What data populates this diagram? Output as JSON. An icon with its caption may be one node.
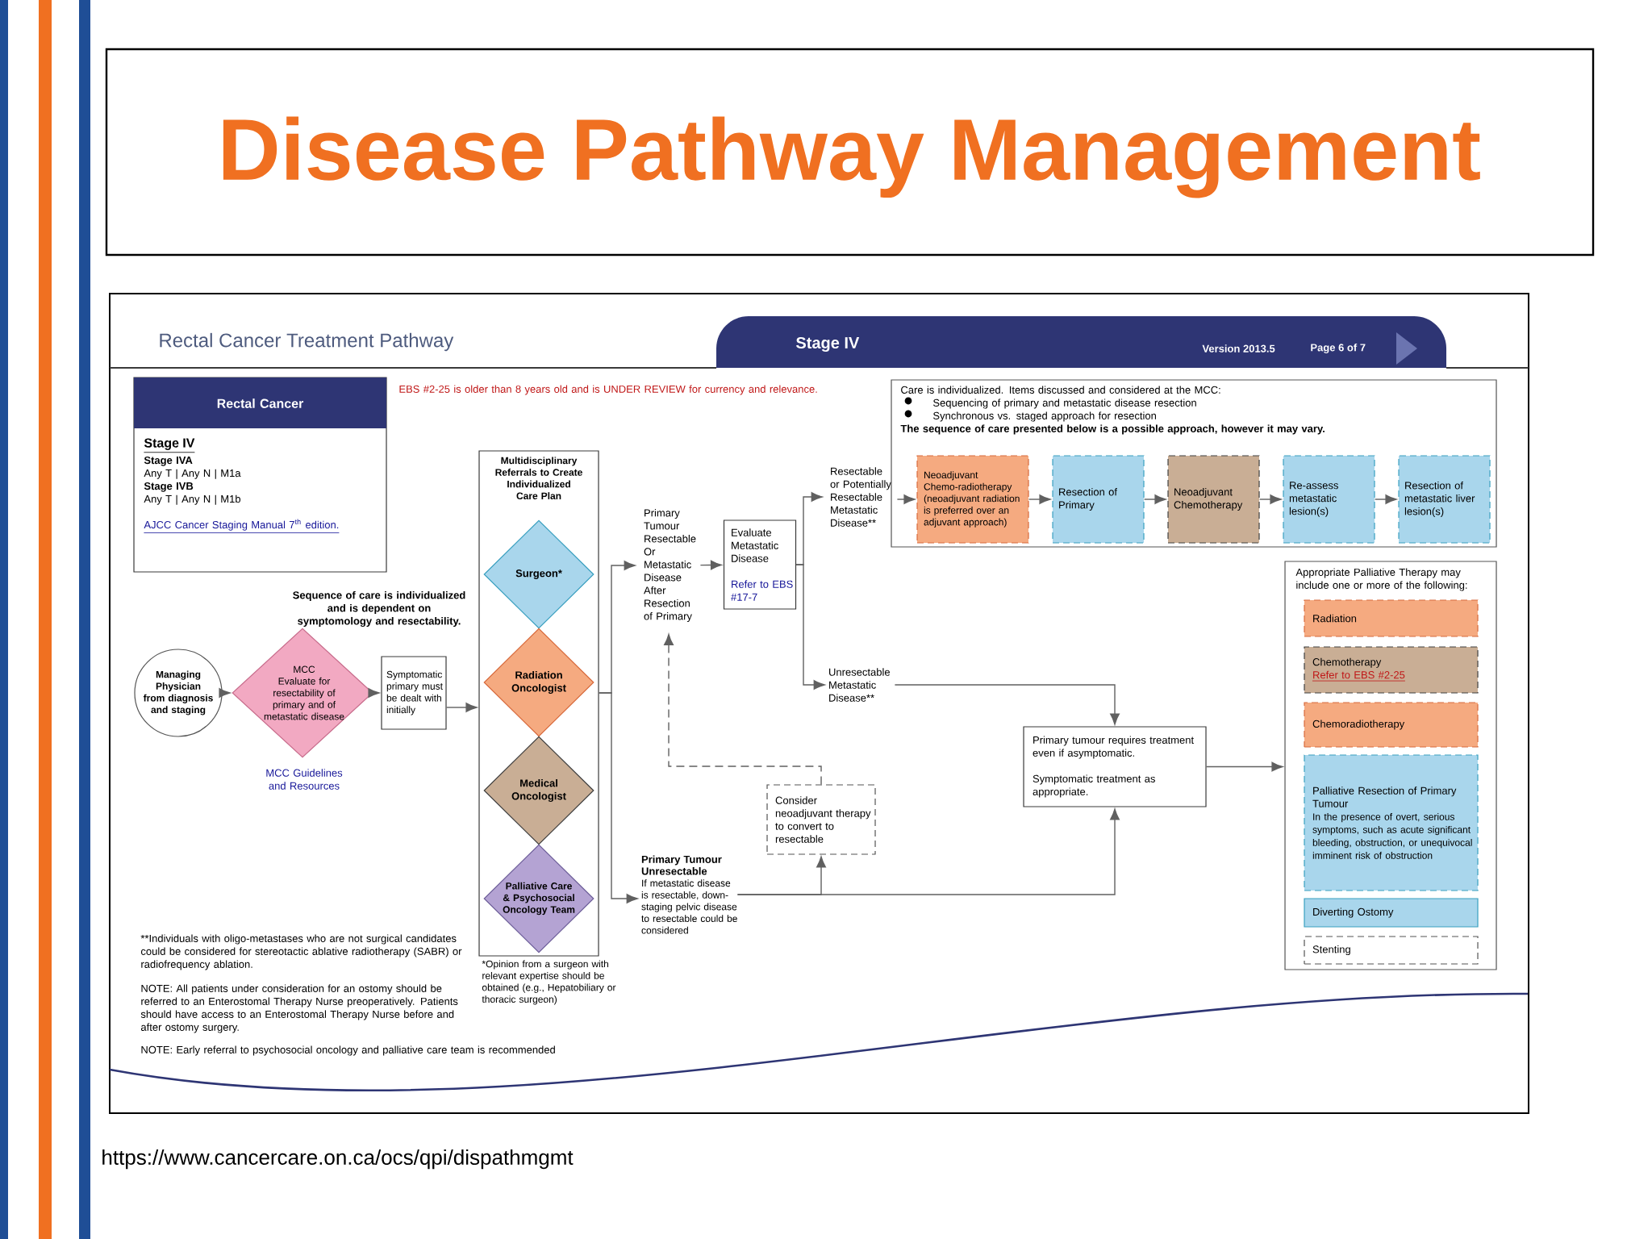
{
  "diagram": {
    "title": "Disease Pathway Management",
    "nodes": [
      {
        "text": [
          "Rectal Cancer",
          "Stage IV",
          "Stage IVA",
          "Any T | Any N | M1a",
          "Stage IVB",
          "Any T | Any N | M1b",
          "AJCC Cancer Staging Manual 7$^{th}$ edition."
        ]
      },
      {
        "text": [
          "Managing Physician from diagnosis and staging"
        ]
      },
      {
        "text": [
          "MCC",
          "Evaluate for resectability of primary and of metastatic disease"
        ],
        "beside": [
          "Sequence of care is individualized and is dependent on symptomology and resectability.",
          "MCC Guidelines and Resources"
        ]
      },
      {
        "text": [
          "Symptomatic primary must be dealt with initially"
        ]
      },
      {
        "text": [
          "Multidisciplinary Referrals to Create Individualized Care Plan"
        ],
        "beside": [
          "*Opinion from a surgeon with relevant expertise should be obtained (e.g., Hepatobiliary or thoracic surgeon)"
        ]
      },
      {
        "text": [
          "Surgeon*"
        ],
        "in": 4
      },
      {
        "text": [
          "Radiation Oncologist"
        ],
        "in": 4
      },
      {
        "text": [
          "Medical Oncologist"
        ],
        "in": 4
      },
      {
        "text": [
          "Palliative Care & Psychosocial Oncology Team"
        ],
        "in": 4
      },
      {
        "text": [
          "Primary Tumour Resectable Or Metastatic Disease After Resection of Primary"
        ]
      },
      {
        "text": [
          "Evaluate Metastatic Disease",
          "Refer to EBS #17-7"
        ]
      },
      {
        "text": [
          "Resectable or Potentially Resectable Metastatic Disease**"
        ]
      },
      {
        "text": [
          "Care is individualized. Items discussed and considered at the MCC:",
          "Sequencing of primary and metastatic disease resection",
          "Synchronous vs. staged approach for resection",
          "The sequence of care presented below is a possible approach, however it may vary."
        ]
      },
      {
        "text": [
          "Neoadjuvant Chemo-radiotherapy (neoadjuvant radiation is preferred over an adjuvant approach)"
        ],
        "in": 12
      },
      {
        "text": [
          "Resection of Primary"
        ],
        "in": 12
      },
      {
        "text": [
          "Neoadjuvant Chemotherapy"
        ],
        "in": 12
      },
      {
        "text": [
          "Re-assess metastatic lesion(s)"
        ],
        "in": 12
      },
      {
        "text": [
          "Resection of metastatic liver lesion(s)"
        ],
        "in": 12
      },
      {
        "text": [
          "Unresectable Metastatic Disease**"
        ]
      },
      {
        "text": [
          "Primary tumour requires treatment even if asymptomatic.",
          "Symptomatic treatment as appropriate."
        ]
      },
      {
        "text": [
          "Appropriate Palliative Therapy may include one or more of the following:"
        ]
      },
      {
        "text": [
          "Radiation"
        ],
        "in": 20
      },
      {
        "text": [
          "Chemotherapy",
          "Refer to EBS #2-25"
        ],
        "in": 20
      },
      {
        "text": [
          "Chemoradiotherapy"
        ],
        "in": 20
      },
      {
        "text": [
          "Palliative Resection of Primary Tumour",
          "In the presence of overt, serious symptoms, such as acute significant bleeding, obstruction, or unequivocal imminent risk of obstruction"
        ],
        "in": 20
      },
      {
        "text": [
          "Diverting Ostomy"
        ],
        "in": 20
      },
      {
        "text": [
          "Stenting"
        ],
        "in": 20
      },
      {
        "text": [
          "Consider neoadjuvant therapy to convert to resectable"
        ]
      },
      {
        "text": [
          "Primary Tumour Unresectable",
          "If metastatic disease is resectable, down-staging pelvic disease to resectable could be considered"
        ]
      }
    ],
    "edges": [
      {
        "from": 1,
        "to": 2,
        "arrow": "to"
      },
      {
        "from": 2,
        "to": 3,
        "arrow": "to"
      },
      {
        "from": 3,
        "to": 4,
        "arrow": "to"
      },
      {
        "from": 4,
        "to": 9,
        "arrow": "to"
      },
      {
        "from": 4,
        "to": 28,
        "arrow": "to"
      },
      {
        "from": 9,
        "to": 10,
        "arrow": "to"
      },
      {
        "from": 10,
        "to": 11,
        "arrow": "to"
      },
      {
        "from": 10,
        "to": 18,
        "arrow": "to"
      },
      {
        "from": 11,
        "to": 13,
        "arrow": "to"
      },
      {
        "from": 13,
        "to": 14,
        "arrow": "to"
      },
      {
        "from": 14,
        "to": 15,
        "arrow": "to"
      },
      {
        "from": 15,
        "to": 16,
        "arrow": "to"
      },
      {
        "from": 16,
        "to": 17,
        "arrow": "to"
      },
      {
        "from": 18,
        "to": 19,
        "arrow": "to"
      },
      {
        "from": 28,
        "to": 19,
        "arrow": "to"
      },
      {
        "from": 28,
        "to": 27,
        "arrow": "to"
      },
      {
        "from": 27,
        "to": 9,
        "arrow": "to",
        "style": "dashed"
      },
      {
        "from": 19,
        "to": 20,
        "arrow": "to"
      }
    ],
    "labels": [
      "Rectal Cancer Treatment Pathway",
      "Stage IV",
      "Version 2013.5",
      "Page 6 of 7",
      "EBS #2-25 is older than 8 years old and is UNDER REVIEW for currency and relevance.",
      "**Individuals with oligo-metastases who are not surgical candidates could be considered for stereotactic ablative radiotherapy (SABR) or radiofrequency ablation.",
      "NOTE: All patients under consideration for an ostomy should be referred to an Enterostomal Therapy Nurse preoperatively. Patients should have access to an Enterostomal Therapy Nurse before and after ostomy surgery.",
      "NOTE: Early referral to psychosocial oncology and palliative care team is recommended",
      "https://www.cancercare.on.ca/ocs/qpi/dispathmgmt"
    ]
  }
}
